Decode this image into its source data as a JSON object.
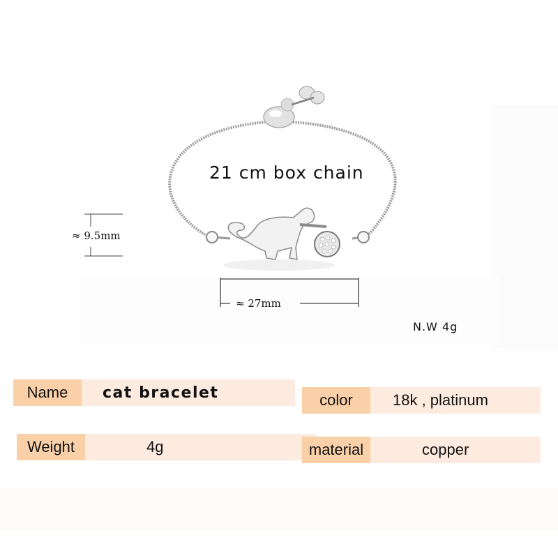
{
  "product_image": {
    "chain_label": "21 cm box chain",
    "height_dimension": "≈ 9.5mm",
    "width_dimension": "≈  27mm",
    "net_weight": "N.W  4g"
  },
  "specs": {
    "name": {
      "label": "Name",
      "value": "cat bracelet"
    },
    "weight": {
      "label": "Weight",
      "value": "4g"
    },
    "color": {
      "label": "color",
      "value": "18k , platinum"
    },
    "material": {
      "label": "material",
      "value": "copper"
    }
  },
  "colors": {
    "label_bg": "#fad0a8",
    "value_bg": "#fdebdf"
  }
}
